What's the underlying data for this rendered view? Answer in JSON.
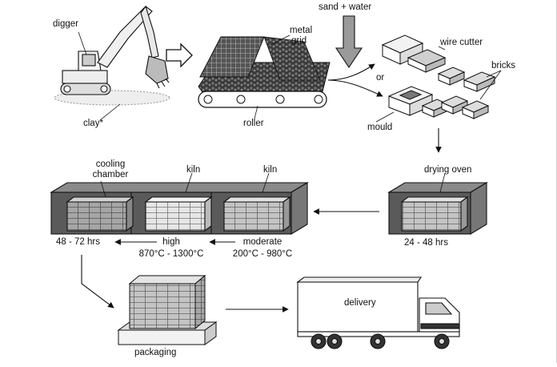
{
  "labels": {
    "digger": "digger",
    "clay": "clay*",
    "metal_grid_1": "metal",
    "metal_grid_2": "grid",
    "roller": "roller",
    "sand_water": "sand + water",
    "or": "or",
    "wire_cutter": "wire cutter",
    "bricks": "bricks",
    "mould": "mould",
    "drying_oven": "drying oven",
    "drying_time": "24 - 48 hrs",
    "cooling_chamber_1": "cooling",
    "cooling_chamber_2": "chamber",
    "kiln_1": "kiln",
    "kiln_2": "kiln",
    "cooling_time": "48 - 72 hrs",
    "high": "high",
    "high_temp": "870°C - 1300°C",
    "moderate": "moderate",
    "moderate_temp": "200°C - 980°C",
    "packaging": "packaging",
    "delivery": "delivery"
  },
  "colors": {
    "ink": "#111111",
    "chamber_dark": "#5a5a5a",
    "chamber_light": "#8a8a8a",
    "brick_light": "#e6e6e6",
    "brick_mid": "#bdbdbd",
    "brick_dark": "#9a9a9a"
  },
  "icons": [
    "excavator-icon",
    "conveyor-roller-icon",
    "wire-cutter-icon",
    "mould-icon",
    "brick-stack-icon",
    "pallet-icon",
    "delivery-truck-icon"
  ]
}
